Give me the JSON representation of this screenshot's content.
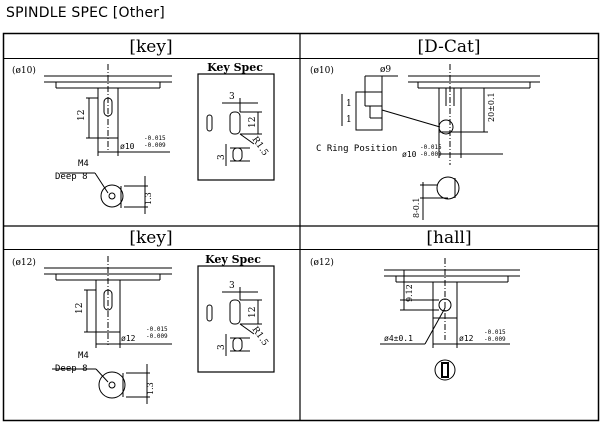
{
  "page": {
    "title": "SPINDLE SPEC [Other]"
  },
  "panels": {
    "key1": {
      "header": "[key]",
      "diameter": "(ø10)",
      "key_spec_title": "Key Spec",
      "depth_label": "12",
      "tol_diameter": "ø10",
      "tol_upper": "-0.015",
      "tol_lower": "-0.009",
      "screw": "M4",
      "deep": "Deep 8",
      "flat_label": "1.3",
      "spec_w": "3",
      "spec_l": "12",
      "spec_r": "R1.5",
      "spec_t": "3"
    },
    "dcat": {
      "header": "[D-Cat]",
      "diameter": "(ø10)",
      "top_dim": "ø9",
      "length_dim": "20±0.1",
      "c_ring": "C Ring Position",
      "tol_diameter": "ø10",
      "tol_upper": "-0.015",
      "tol_lower": "-0.009",
      "flat_label": "8-0.1",
      "side_1": "1",
      "side_2": "1"
    },
    "key2": {
      "header": "[key]",
      "diameter": "(ø12)",
      "key_spec_title": "Key Spec",
      "depth_label": "12",
      "tol_diameter": "ø12",
      "tol_upper": "-0.015",
      "tol_lower": "-0.009",
      "screw": "M4",
      "deep": "Deep 8",
      "flat_label": "1.3",
      "spec_w": "3",
      "spec_l": "12",
      "spec_r": "R1.5",
      "spec_t": "3"
    },
    "hall": {
      "header": "[hall]",
      "diameter": "(ø12)",
      "top_dim": "9.12",
      "hole_dim": "ø4±0.1",
      "tol_diameter": "ø12",
      "tol_upper": "-0.015",
      "tol_lower": "-0.009"
    }
  }
}
